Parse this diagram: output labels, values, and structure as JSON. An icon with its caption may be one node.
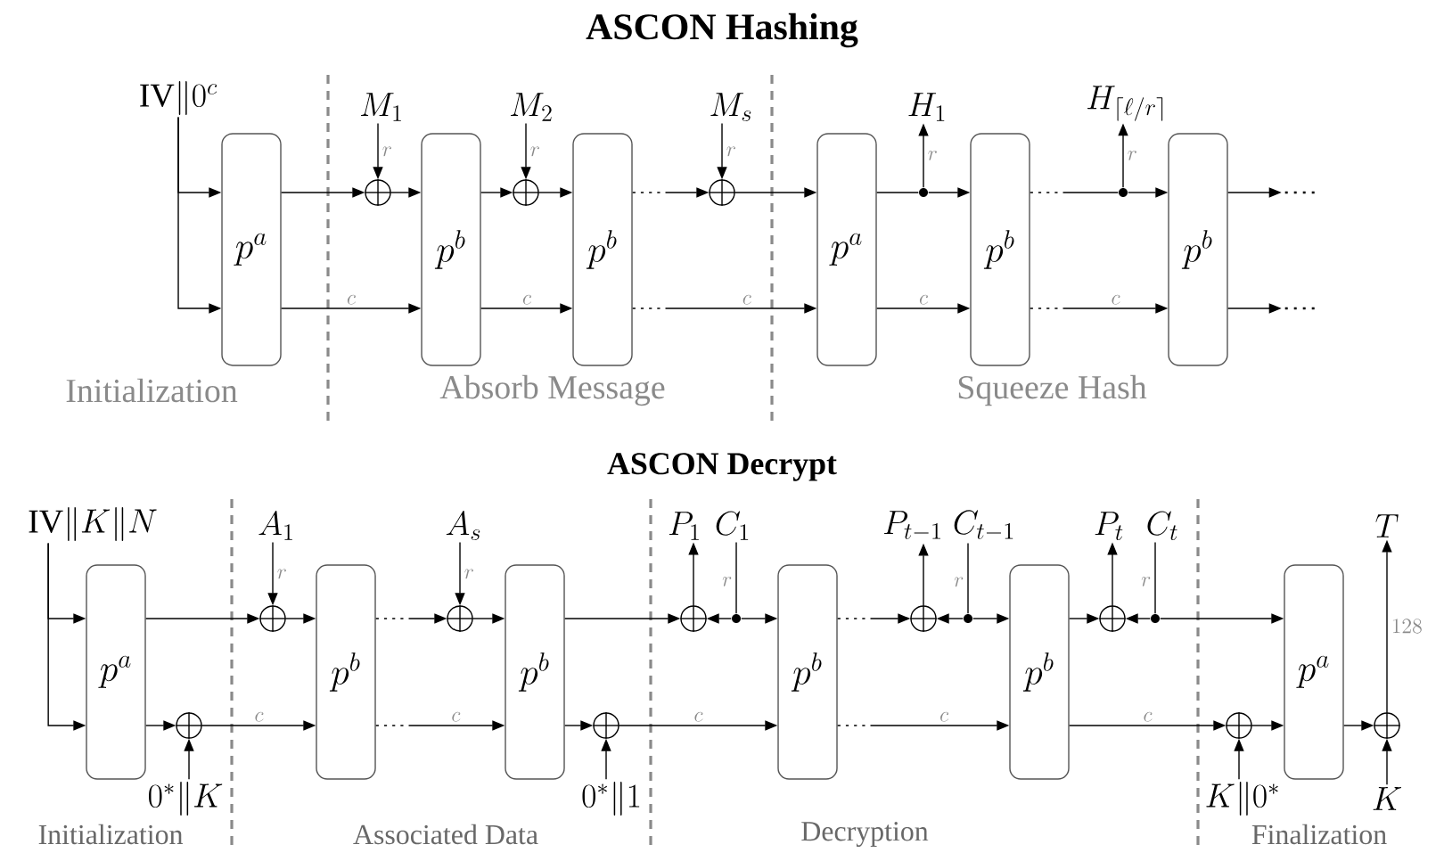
{
  "diagram": {
    "title": "ASCON Hashing",
    "nodes": [
      {
        "text": [
          "\\mathrm{IV}\\|0^c"
        ]
      },
      {
        "text": [
          "p^a"
        ]
      },
      {
        "text": [
          "M_1"
        ]
      },
      {
        "text": [],
        "shape": "circle"
      },
      {
        "text": [
          "p^b"
        ]
      },
      {
        "text": [
          "M_2"
        ]
      },
      {
        "text": [],
        "shape": "circle"
      },
      {
        "text": [
          "p^b"
        ]
      },
      {
        "text": [
          "M_s"
        ]
      },
      {
        "text": [],
        "shape": "circle"
      },
      {
        "text": [
          "p^a"
        ]
      },
      {
        "text": [
          "H_1"
        ]
      },
      {
        "text": [],
        "shape": "dot"
      },
      {
        "text": [
          "p^b"
        ]
      },
      {
        "text": [
          "H_{\\lceil \\ell / r \\rceil}"
        ]
      },
      {
        "text": [],
        "shape": "dot"
      },
      {
        "text": [
          "p^b"
        ]
      },
      {
        "text": [
          "\\mathrm{IV}\\|K\\|N"
        ]
      },
      {
        "text": [
          "p^a"
        ]
      },
      {
        "text": [],
        "shape": "circle"
      },
      {
        "text": [
          "0^*\\|K"
        ]
      },
      {
        "text": [
          "A_1"
        ]
      },
      {
        "text": [],
        "shape": "circle"
      },
      {
        "text": [
          "p^b"
        ]
      },
      {
        "text": [
          "A_s"
        ]
      },
      {
        "text": [],
        "shape": "circle"
      },
      {
        "text": [
          "p^b"
        ]
      },
      {
        "text": [],
        "shape": "circle"
      },
      {
        "text": [
          "0^*\\|1"
        ]
      },
      {
        "text": [
          "P_1"
        ]
      },
      {
        "text": [
          "C_1"
        ]
      },
      {
        "text": [],
        "shape": "circle"
      },
      {
        "text": [],
        "shape": "dot"
      },
      {
        "text": [
          "p^b"
        ]
      },
      {
        "text": [
          "P_{t-1}"
        ]
      },
      {
        "text": [
          "C_{t-1}"
        ]
      },
      {
        "text": [],
        "shape": "circle"
      },
      {
        "text": [],
        "shape": "dot"
      },
      {
        "text": [
          "p^b"
        ]
      },
      {
        "text": [
          "P_t"
        ]
      },
      {
        "text": [
          "C_t"
        ]
      },
      {
        "text": [],
        "shape": "circle"
      },
      {
        "text": [],
        "shape": "dot"
      },
      {
        "text": [],
        "shape": "circle"
      },
      {
        "text": [
          "K\\|0^*"
        ]
      },
      {
        "text": [
          "p^a"
        ]
      },
      {
        "text": [],
        "shape": "circle"
      },
      {
        "text": [
          "T"
        ]
      },
      {
        "text": [
          "K"
        ]
      }
    ],
    "edges": [
      {
        "from": 0,
        "to": 1,
        "arrow": "to"
      },
      {
        "from": 0,
        "to": 1,
        "arrow": "to"
      },
      {
        "from": 1,
        "to": 3,
        "arrow": "to"
      },
      {
        "from": 2,
        "to": 3,
        "arrow": "to",
        "label": "r"
      },
      {
        "from": 3,
        "to": 4,
        "arrow": "to"
      },
      {
        "from": 5,
        "to": 6,
        "arrow": "to",
        "label": "r"
      },
      {
        "from": 4,
        "to": 6,
        "arrow": "to"
      },
      {
        "from": 6,
        "to": 7,
        "arrow": "to"
      },
      {
        "from": 7,
        "to": 9,
        "arrow": "to",
        "style": "dashed"
      },
      {
        "from": 8,
        "to": 9,
        "arrow": "to",
        "label": "r"
      },
      {
        "from": 9,
        "to": 10,
        "arrow": "to"
      },
      {
        "from": 10,
        "to": 12,
        "arrow": "none"
      },
      {
        "from": 12,
        "to": 11,
        "arrow": "to",
        "label": "r"
      },
      {
        "from": 12,
        "to": 13,
        "arrow": "to"
      },
      {
        "from": 13,
        "to": 15,
        "arrow": "none",
        "style": "dashed"
      },
      {
        "from": 15,
        "to": 14,
        "arrow": "to",
        "label": "r"
      },
      {
        "from": 15,
        "to": 16,
        "arrow": "to"
      },
      {
        "from": 16,
        "to": null,
        "arrow": "to"
      },
      {
        "from": 1,
        "to": 4,
        "arrow": "to",
        "label": "c"
      },
      {
        "from": 4,
        "to": 7,
        "arrow": "to",
        "label": "c"
      },
      {
        "from": 7,
        "to": 10,
        "arrow": "to",
        "label": "c",
        "style": "dashed"
      },
      {
        "from": 10,
        "to": 13,
        "arrow": "to",
        "label": "c"
      },
      {
        "from": 13,
        "to": 16,
        "arrow": "to",
        "label": "c",
        "style": "dashed"
      },
      {
        "from": 16,
        "to": null,
        "arrow": "to"
      },
      {
        "from": 17,
        "to": 18,
        "arrow": "to"
      },
      {
        "from": 17,
        "to": 18,
        "arrow": "to"
      },
      {
        "from": 18,
        "to": 22,
        "arrow": "to"
      },
      {
        "from": 21,
        "to": 22,
        "arrow": "to",
        "label": "r"
      },
      {
        "from": 22,
        "to": 23,
        "arrow": "to"
      },
      {
        "from": 23,
        "to": 25,
        "arrow": "to",
        "style": "dashed"
      },
      {
        "from": 24,
        "to": 25,
        "arrow": "to",
        "label": "r"
      },
      {
        "from": 25,
        "to": 26,
        "arrow": "to"
      },
      {
        "from": 26,
        "to": 31,
        "arrow": "to"
      },
      {
        "from": 31,
        "to": 29,
        "arrow": "to"
      },
      {
        "from": 30,
        "to": 32,
        "arrow": "none",
        "label": "r"
      },
      {
        "from": 32,
        "to": 31,
        "arrow": "to"
      },
      {
        "from": 32,
        "to": 33,
        "arrow": "to"
      },
      {
        "from": 33,
        "to": 36,
        "arrow": "to",
        "style": "dashed"
      },
      {
        "from": 36,
        "to": 34,
        "arrow": "to"
      },
      {
        "from": 35,
        "to": 37,
        "arrow": "none",
        "label": "r"
      },
      {
        "from": 37,
        "to": 36,
        "arrow": "to"
      },
      {
        "from": 37,
        "to": 38,
        "arrow": "to"
      },
      {
        "from": 38,
        "to": 41,
        "arrow": "to"
      },
      {
        "from": 41,
        "to": 39,
        "arrow": "to"
      },
      {
        "from": 40,
        "to": 42,
        "arrow": "none",
        "label": "r"
      },
      {
        "from": 42,
        "to": 41,
        "arrow": "to"
      },
      {
        "from": 42,
        "to": 45,
        "arrow": "to"
      },
      {
        "from": 18,
        "to": 19,
        "arrow": "to"
      },
      {
        "from": 20,
        "to": 19,
        "arrow": "to"
      },
      {
        "from": 19,
        "to": 23,
        "arrow": "to",
        "label": "c"
      },
      {
        "from": 23,
        "to": 26,
        "arrow": "to",
        "label": "c",
        "style": "dashed"
      },
      {
        "from": 26,
        "to": 27,
        "arrow": "to"
      },
      {
        "from": 28,
        "to": 27,
        "arrow": "to"
      },
      {
        "from": 27,
        "to": 33,
        "arrow": "to",
        "label": "c"
      },
      {
        "from": 33,
        "to": 38,
        "arrow": "to",
        "label": "c",
        "style": "dashed"
      },
      {
        "from": 38,
        "to": 43,
        "arrow": "to",
        "label": "c"
      },
      {
        "from": 44,
        "to": 43,
        "arrow": "to"
      },
      {
        "from": 43,
        "to": 45,
        "arrow": "to"
      },
      {
        "from": 45,
        "to": 46,
        "arrow": "to"
      },
      {
        "from": 48,
        "to": 46,
        "arrow": "to"
      },
      {
        "from": 46,
        "to": 47,
        "arrow": "to",
        "label": "128"
      }
    ],
    "labels": [
      "Initialization",
      "Absorb Message",
      "Squeeze Hash",
      "ASCON Decrypt",
      "Initialization",
      "Associated Data",
      "Decryption",
      "Finalization"
    ]
  }
}
